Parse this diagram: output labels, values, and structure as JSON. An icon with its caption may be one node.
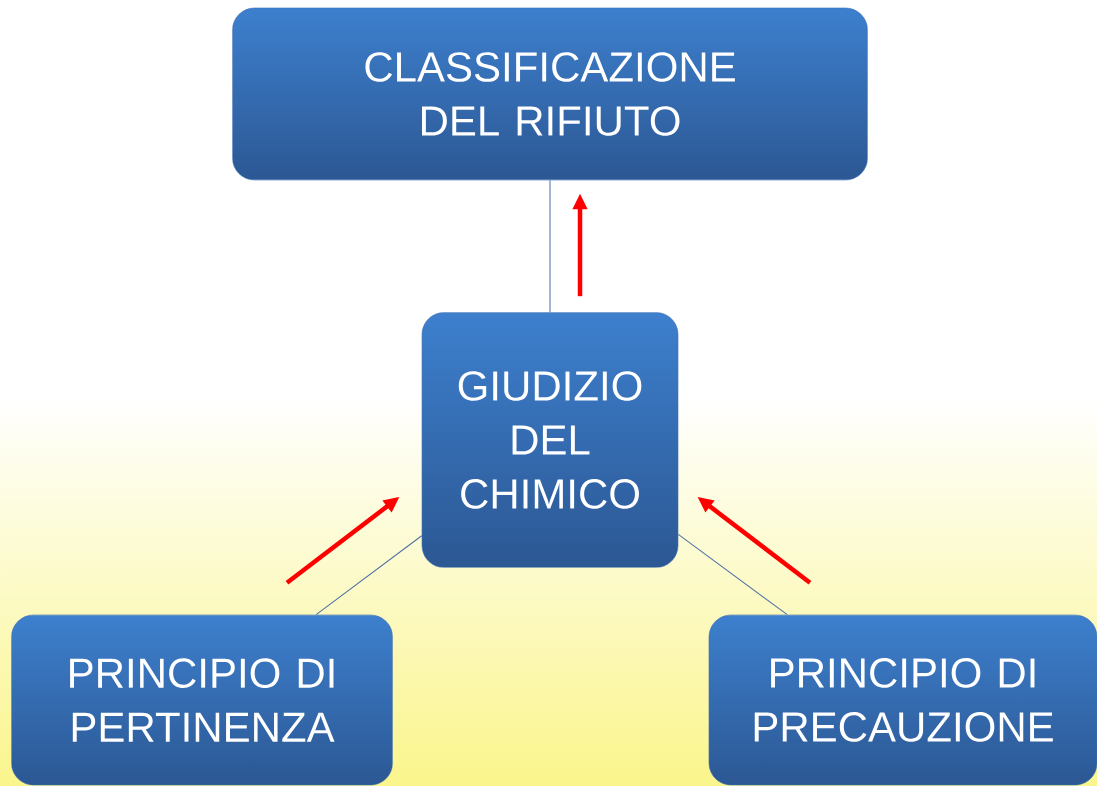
{
  "diagram": {
    "nodes": [
      {
        "text": [
          "CLASSIFICAZIONE DEL RIFIUTO"
        ]
      },
      {
        "text": [
          "GIUDIZIO DEL CHIMICO"
        ]
      },
      {
        "text": [
          "PRINCIPIO DI PERTINENZA"
        ]
      },
      {
        "text": [
          "PRINCIPIO DI PRECAUZIONE"
        ]
      }
    ],
    "edges": [
      {
        "from": 1,
        "to": 0,
        "arrow": "none"
      },
      {
        "from": 1,
        "to": 2,
        "arrow": "none"
      },
      {
        "from": 1,
        "to": 3,
        "arrow": "none"
      },
      {
        "from": 1,
        "to": 0,
        "arrow": "to",
        "style": "thick",
        "color": "#ff0000"
      },
      {
        "from": 2,
        "to": 1,
        "arrow": "to",
        "style": "thick",
        "color": "#ff0000"
      },
      {
        "from": 3,
        "to": 1,
        "arrow": "to",
        "style": "thick",
        "color": "#ff0000"
      }
    ]
  }
}
